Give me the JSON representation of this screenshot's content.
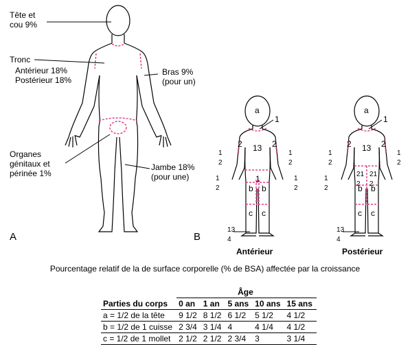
{
  "panel_a": {
    "letter": "A",
    "labels": {
      "head": [
        "Tête et",
        "cou 9%"
      ],
      "trunk_title": "Tronc",
      "trunk_lines": [
        "Antérieur 18%",
        "Postérieur 18%"
      ],
      "arm": [
        "Bras 9%",
        "(pour un)"
      ],
      "genitals": [
        "Organes",
        "génitaux et",
        "périnée 1%"
      ],
      "leg": [
        "Jambe 18%",
        "(pour une)"
      ]
    }
  },
  "panel_b": {
    "letter": "B",
    "anterior_label": "Antérieur",
    "posterior_label": "Postérieur",
    "region_labels": {
      "a": "a",
      "b": "b",
      "c": "c",
      "trunk": "13",
      "upper_arm": "2",
      "neck": "1",
      "frac_num": "1",
      "frac_den": "2",
      "frac_3": "3",
      "frac_4": "4",
      "genital": "1"
    }
  },
  "caption": "Pourcentage relatif de la de surface corporelle (% de BSA) affectée par la croissance",
  "table": {
    "group_header": "Âge",
    "columns": [
      "Parties du corps",
      "0 an",
      "1 an",
      "5 ans",
      "10 ans",
      "15 ans"
    ],
    "rows": [
      [
        "a = 1/2 de la tête",
        "9 1/2",
        "8 1/2",
        "6 1/2",
        "5 1/2",
        "4 1/2"
      ],
      [
        "b = 1/2 de 1 cuisse",
        "2 3/4",
        "3 1/4",
        "4",
        "4 1/4",
        "4 1/2"
      ],
      [
        "c = 1/2 de 1 mollet",
        "2 1/2",
        "2 1/2",
        "2 3/4",
        "3",
        "3 1/4"
      ]
    ]
  },
  "colors": {
    "outline": "#000000",
    "dashed": "#e0408a"
  }
}
